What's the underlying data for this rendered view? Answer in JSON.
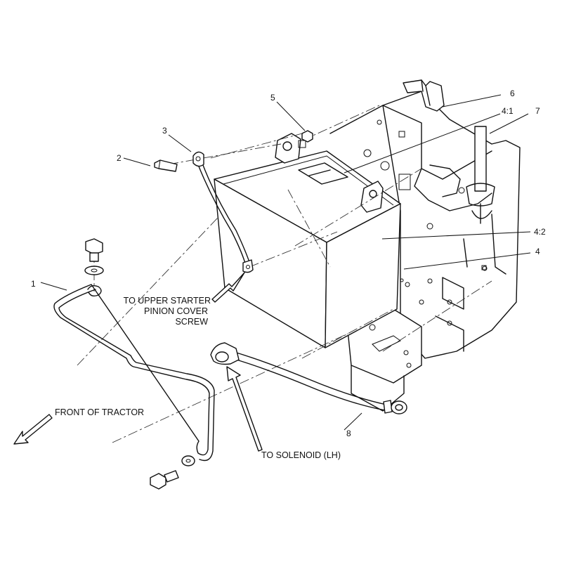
{
  "callouts": {
    "c1": "1",
    "c2": "2",
    "c3": "3",
    "c4": "4",
    "c4_1": "4:1",
    "c4_2": "4:2",
    "c5": "5",
    "c6": "6",
    "c7": "7",
    "c8": "8"
  },
  "notes": {
    "upper_starter_line1": "TO UPPER STARTER",
    "upper_starter_line2": "PINION COVER",
    "upper_starter_line3": "SCREW",
    "front_of_tractor": "FRONT OF TRACTOR",
    "to_solenoid": "TO SOLENOID (LH)"
  },
  "colors": {
    "line": "#111111",
    "background": "#ffffff"
  }
}
